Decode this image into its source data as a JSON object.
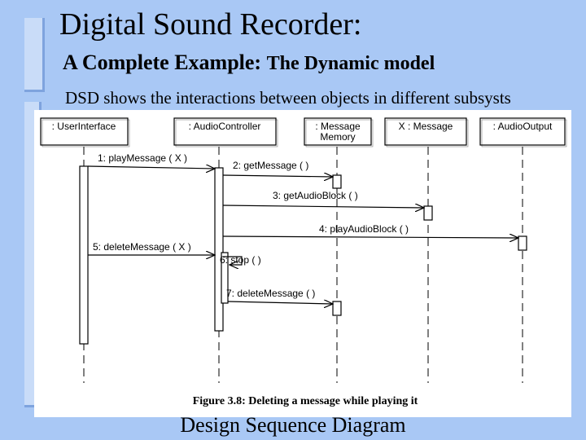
{
  "slide": {
    "title": "Digital Sound Recorder:",
    "subtitle_main": "A Complete Example:",
    "subtitle_sub": "The Dynamic model",
    "bullet": "DSD shows the interactions between objects in different subsysts",
    "footer": "Design Sequence Diagram",
    "background_color": "#a9c8f5"
  },
  "diagram": {
    "objects": [
      {
        "line1": ": UserInterface",
        "line2": ""
      },
      {
        "line1": ": AudioController",
        "line2": ""
      },
      {
        "line1": ": Message",
        "line2": "Memory"
      },
      {
        "line1": "X : Message",
        "line2": ""
      },
      {
        "line1": ": AudioOutput",
        "line2": ""
      }
    ],
    "messages": [
      {
        "label": "1: playMessage ( X )",
        "from": 0,
        "to": 1
      },
      {
        "label": "2: getMessage ( )",
        "from": 1,
        "to": 2
      },
      {
        "label": "3: getAudioBlock ( )",
        "from": 1,
        "to": 3
      },
      {
        "label": "4: playAudioBlock ( )",
        "from": 1,
        "to": 4
      },
      {
        "label": "5: deleteMessage ( X )",
        "from": 0,
        "to": 1
      },
      {
        "label": "6: stop ( )",
        "from": 1,
        "to": 1
      },
      {
        "label": "7: deleteMessage ( )",
        "from": 1,
        "to": 2
      }
    ],
    "caption": "Figure 3.8: Deleting a message while playing it"
  }
}
